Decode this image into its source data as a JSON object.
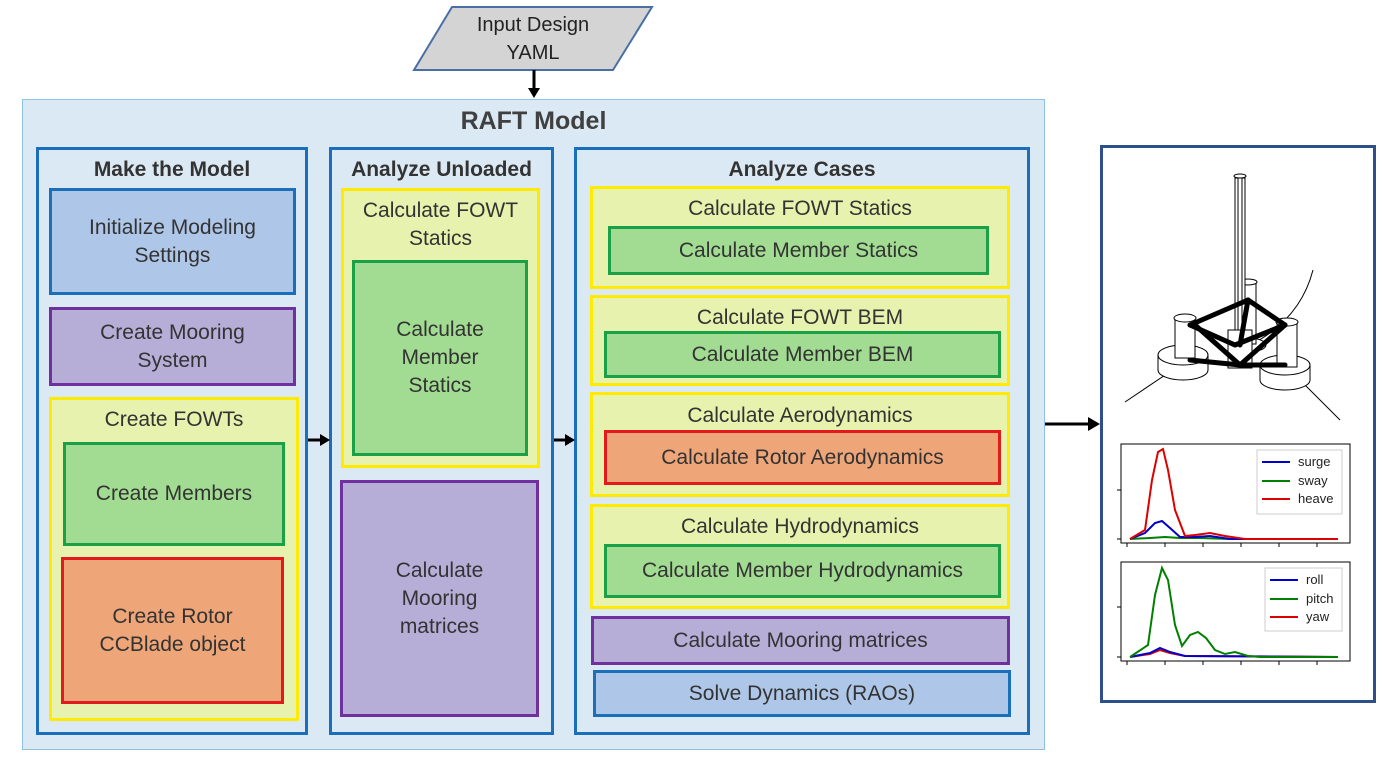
{
  "input": {
    "label": "Input Design YAML"
  },
  "model": {
    "title": "RAFT Model"
  },
  "make": {
    "title": "Make the Model",
    "init_settings": "Initialize Modeling Settings",
    "mooring": "Create Mooring System",
    "fowts": {
      "title": "Create FOWTs",
      "members": "Create Members",
      "rotor": "Create Rotor CCBlade object"
    }
  },
  "unloaded": {
    "title": "Analyze Unloaded",
    "statics": {
      "title": "Calculate FOWT Statics",
      "member": "Calculate Member Statics"
    },
    "mooring": "Calculate Mooring matrices"
  },
  "cases": {
    "title": "Analyze Cases",
    "statics": {
      "title": "Calculate FOWT Statics",
      "inner": "Calculate Member Statics"
    },
    "bem": {
      "title": "Calculate FOWT BEM",
      "inner": "Calculate Member BEM"
    },
    "aero": {
      "title": "Calculate Aerodynamics",
      "inner": "Calculate Rotor Aerodynamics"
    },
    "hydro": {
      "title": "Calculate Hydrodynamics",
      "inner": "Calculate Member Hydrodynamics"
    },
    "mooring": "Calculate Mooring matrices",
    "dynamics": "Solve Dynamics (RAOs)"
  },
  "results": {
    "plot1_legend": [
      "surge",
      "sway",
      "heave"
    ],
    "plot2_legend": [
      "roll",
      "pitch",
      "yaw"
    ],
    "colors": {
      "blue": "#0000cc",
      "green": "#008000",
      "red": "#dd0000"
    }
  }
}
